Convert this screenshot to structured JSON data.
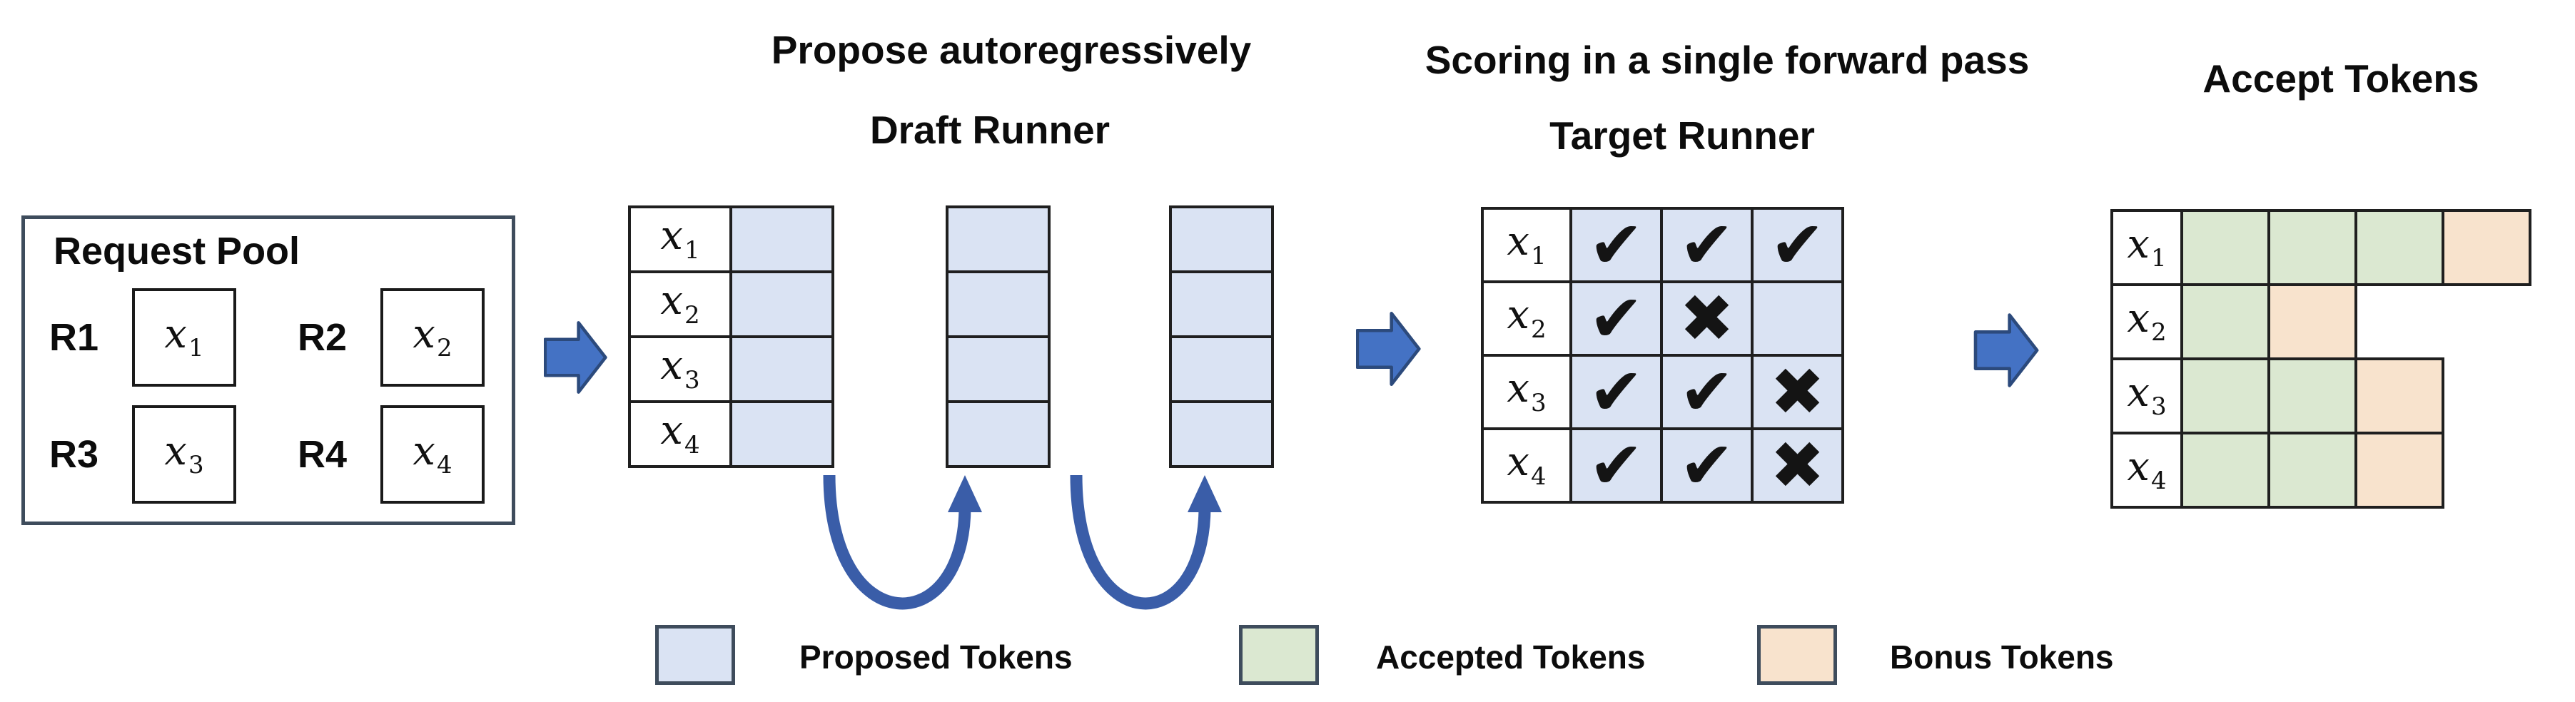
{
  "titles": {
    "draft_top": "Propose autoregressively",
    "draft_sub": "Draft Runner",
    "target_top": "Scoring in a single forward pass",
    "target_sub": "Target Runner",
    "accept": "Accept Tokens"
  },
  "request_pool": {
    "title": "Request Pool",
    "items": [
      {
        "id": "R1",
        "var": "x",
        "sub": "1"
      },
      {
        "id": "R2",
        "var": "x",
        "sub": "2"
      },
      {
        "id": "R3",
        "var": "x",
        "sub": "3"
      },
      {
        "id": "R4",
        "var": "x",
        "sub": "4"
      }
    ]
  },
  "draft_runner": {
    "row_labels": [
      {
        "var": "x",
        "sub": "1"
      },
      {
        "var": "x",
        "sub": "2"
      },
      {
        "var": "x",
        "sub": "3"
      },
      {
        "var": "x",
        "sub": "4"
      }
    ],
    "num_autoregressive_steps": 3
  },
  "target_runner": {
    "row_labels": [
      {
        "var": "x",
        "sub": "1"
      },
      {
        "var": "x",
        "sub": "2"
      },
      {
        "var": "x",
        "sub": "3"
      },
      {
        "var": "x",
        "sub": "4"
      }
    ],
    "marks": [
      [
        "check",
        "check",
        "check"
      ],
      [
        "check",
        "cross",
        "none"
      ],
      [
        "check",
        "check",
        "cross"
      ],
      [
        "check",
        "check",
        "cross"
      ]
    ]
  },
  "accept_tokens": {
    "row_labels": [
      {
        "var": "x",
        "sub": "1"
      },
      {
        "var": "x",
        "sub": "2"
      },
      {
        "var": "x",
        "sub": "3"
      },
      {
        "var": "x",
        "sub": "4"
      }
    ],
    "cells": [
      [
        "accepted",
        "accepted",
        "accepted",
        "bonus"
      ],
      [
        "accepted",
        "bonus"
      ],
      [
        "accepted",
        "accepted",
        "bonus"
      ],
      [
        "accepted",
        "accepted",
        "bonus"
      ]
    ]
  },
  "legend": [
    {
      "label": "Proposed Tokens",
      "type": "proposed",
      "color": "#dae3f3"
    },
    {
      "label": "Accepted Tokens",
      "type": "accepted",
      "color": "#dbe8d1"
    },
    {
      "label": "Bonus Tokens",
      "type": "bonus",
      "color": "#f8e3cd"
    }
  ],
  "glyphs": {
    "check": "✔",
    "cross": "✖",
    "none": ""
  },
  "colors": {
    "proposed": "#dae3f3",
    "accepted": "#dbe8d1",
    "bonus": "#f8e3cd",
    "flow_arrow": "#4472c4",
    "flow_arrow_border": "#2c4a7c",
    "loop_arrow": "#3a5da8",
    "grid_border": "#1f1f1f",
    "panel_border": "#3e4c5c",
    "mark": "#141414"
  }
}
